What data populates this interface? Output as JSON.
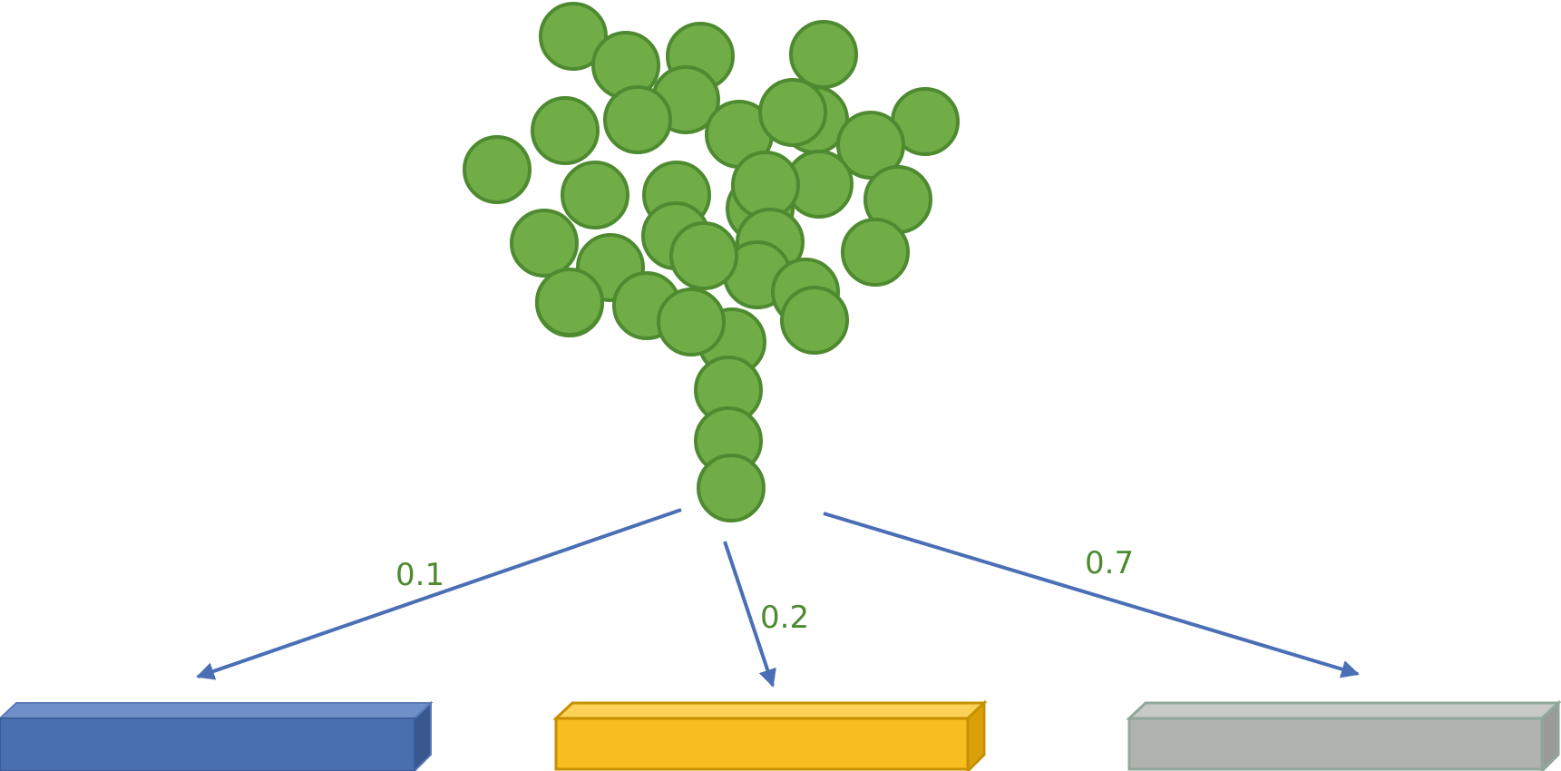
{
  "colors": {
    "ball_fill": "#70ad47",
    "ball_stroke": "#4e8a2f",
    "arrow": "#4a6fb5",
    "label": "#4e8a2f",
    "bin_blue_front": "#4a6fb0",
    "bin_blue_top": "#6e8fc8",
    "bin_blue_side": "#38588f",
    "bin_yellow_front": "#f8bd1e",
    "bin_yellow_top": "#fbd158",
    "bin_yellow_side": "#d9a00b",
    "bin_yellow_stroke": "#c69000",
    "bin_gray_front": "#b0b2af",
    "bin_gray_top": "#c8cac6",
    "bin_gray_side": "#999b98",
    "bin_gray_stroke": "#8fa89a"
  },
  "branches": [
    {
      "probability": "0.1",
      "bin_color": "blue"
    },
    {
      "probability": "0.2",
      "bin_color": "yellow"
    },
    {
      "probability": "0.7",
      "bin_color": "gray"
    }
  ]
}
